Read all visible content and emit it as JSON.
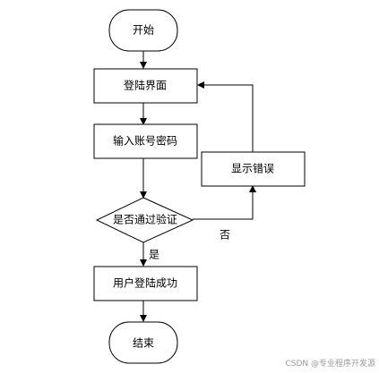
{
  "diagram": {
    "nodes": {
      "start": "开始",
      "login_page": "登陆界面",
      "input_credentials": "输入账号密码",
      "verify": "是否通过验证",
      "show_error": "显示错误",
      "login_success": "用户登陆成功",
      "end": "结束"
    },
    "edge_labels": {
      "no": "否",
      "yes": "是"
    }
  },
  "watermark": "CSDN @专业程序开发源"
}
